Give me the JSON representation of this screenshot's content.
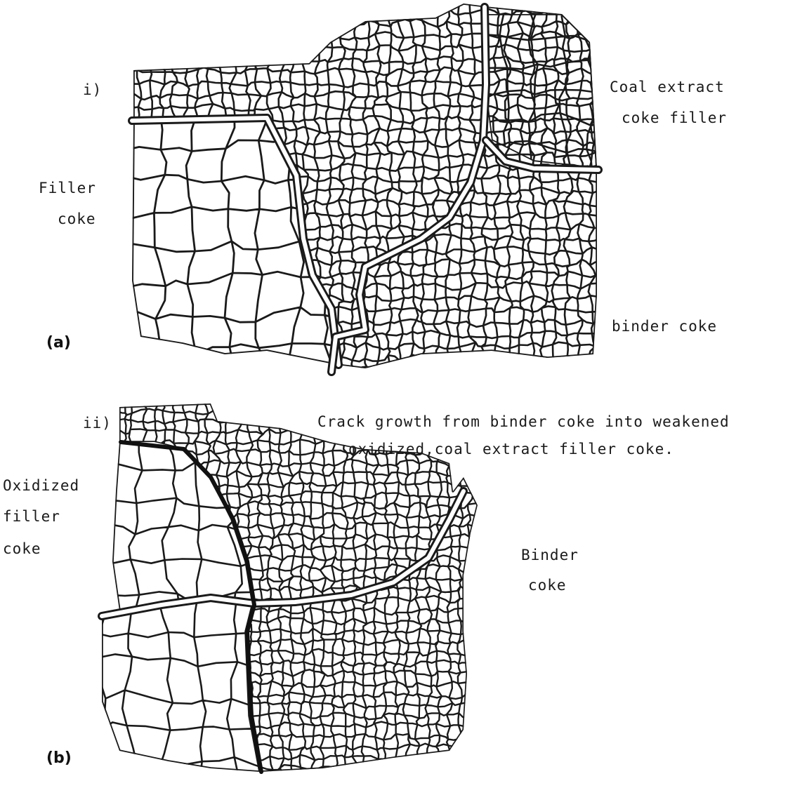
{
  "diagram_a": {
    "panel_tag": "(a)",
    "roman": "i)",
    "labels": {
      "top_right_1": "Coal extract",
      "top_right_2": "coke filler",
      "left_1": "Filler",
      "left_2": "coke",
      "bottom_right": "binder coke"
    }
  },
  "diagram_b": {
    "panel_tag": "(b)",
    "roman": "ii)",
    "caption_1": "Crack growth from binder coke into weakened",
    "caption_2": "oxidized,coal extract filler coke.",
    "labels": {
      "left_1": "Oxidized",
      "left_2": "filler",
      "left_3": "coke",
      "right_1": "Binder",
      "right_2": "coke"
    }
  }
}
